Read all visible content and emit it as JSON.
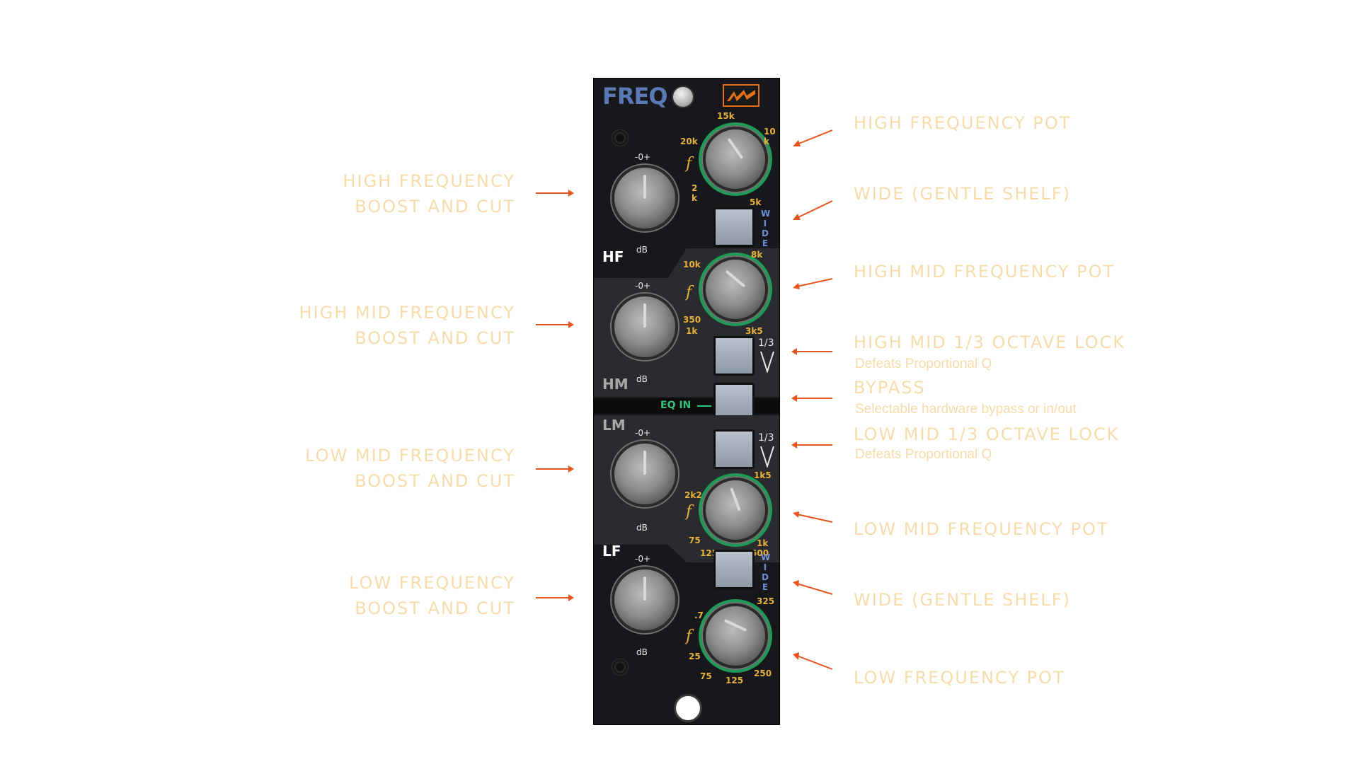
{
  "labels_left": [
    {
      "line1": "HIGH FREQUENCY",
      "line2": "BOOST AND CUT"
    },
    {
      "line1": "HIGH MID FREQUENCY",
      "line2": "BOOST AND CUT"
    },
    {
      "line1": "LOW MID FREQUENCY",
      "line2": "BOOST AND CUT"
    },
    {
      "line1": "LOW FREQUENCY",
      "line2": "BOOST AND CUT"
    }
  ],
  "labels_right": [
    {
      "title": "HIGH FREQUENCY POT",
      "sub": ""
    },
    {
      "title": "WIDE (GENTLE SHELF)",
      "sub": ""
    },
    {
      "title": "HIGH MID FREQUENCY POT",
      "sub": ""
    },
    {
      "title": "HIGH MID 1/3 OCTAVE LOCK",
      "sub": "Defeats Proportional Q"
    },
    {
      "title": "BYPASS",
      "sub": "Selectable hardware bypass or in/out"
    },
    {
      "title": "LOW MID 1/3 OCTAVE LOCK",
      "sub": "Defeats Proportional Q"
    },
    {
      "title": "LOW MID FREQUENCY POT",
      "sub": ""
    },
    {
      "title": "WIDE (GENTLE SHELF)",
      "sub": ""
    },
    {
      "title": "LOW FREQUENCY POT",
      "sub": ""
    }
  ],
  "panel": {
    "brand": "FREQ",
    "bands": {
      "hf": "HF",
      "hm": "HM",
      "lm": "LM",
      "lf": "LF"
    },
    "eq_in": "EQ IN",
    "wide": [
      "W",
      "I",
      "D",
      "E"
    ],
    "third": "1/3",
    "f_symbol": "f",
    "db_label": "dB",
    "gain_top": "-0+",
    "hf_scale": [
      "15k",
      "10 k",
      "20k",
      "2 k",
      "5k"
    ],
    "hm_scale": [
      "10k",
      "8k",
      "350",
      "1k",
      "3k5"
    ],
    "lm_scale": [
      "1k5",
      "2k2",
      "75",
      "125",
      "1k",
      "500"
    ],
    "lf_scale": [
      "325",
      ".7",
      "25",
      "75",
      "125",
      "250"
    ]
  },
  "colors": {
    "label": "#f6dcaa",
    "arrow": "#e8541e",
    "ring": "#1f9a57",
    "freq_text": "#e8b23a"
  }
}
